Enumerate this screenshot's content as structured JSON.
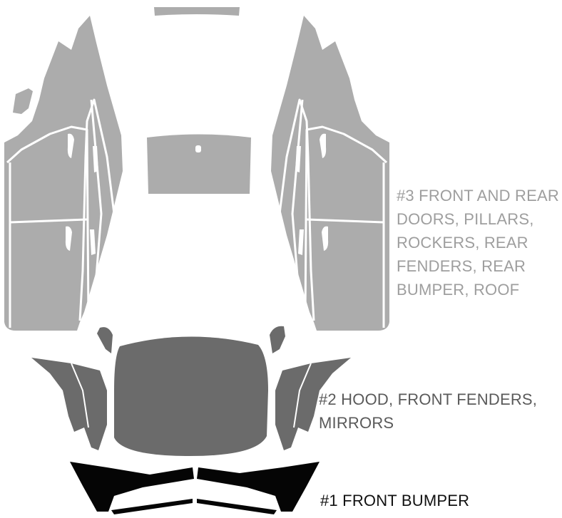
{
  "groups": {
    "rear": {
      "label_lines": [
        "#3 FRONT AND REAR",
        "DOORS, PILLARS,",
        "ROCKERS, REAR",
        "FENDERS, REAR",
        "BUMPER, ROOF"
      ],
      "color": "#acacac",
      "text_color": "#9e9e9e"
    },
    "hood": {
      "label_lines": [
        "#2 HOOD, FRONT FENDERS,",
        "MIRRORS"
      ],
      "color": "#6b6b6b",
      "text_color": "#5a5a5a"
    },
    "bumper": {
      "label_lines": [
        "#1 FRONT BUMPER"
      ],
      "color": "#050505",
      "text_color": "#111111"
    }
  }
}
